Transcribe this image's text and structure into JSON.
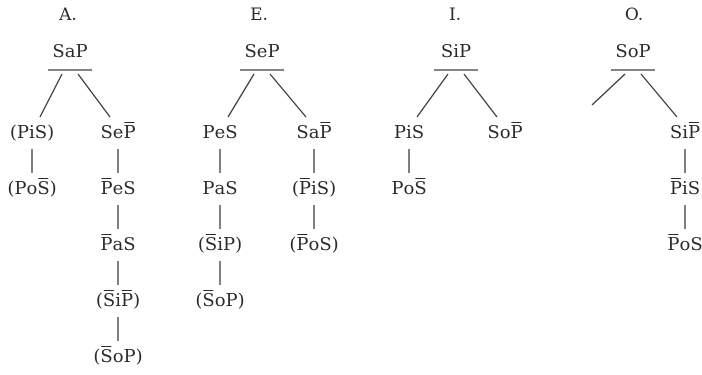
{
  "trees": [
    {
      "label": "A.",
      "root": "SaP",
      "left_branch": [
        "(PiS)",
        "(Po~S)"
      ],
      "right_branch": [
        "Se~P",
        "~PeS",
        "~PaS",
        "(~Si~P)",
        "(~SoP)"
      ]
    },
    {
      "label": "E.",
      "root": "SeP",
      "left_branch": [
        "PeS",
        "PaS",
        "(~SiP)",
        "(~SoP)"
      ],
      "right_branch": [
        "Sa~P",
        "(~PiS)",
        "(~PoS)"
      ]
    },
    {
      "label": "I.",
      "root": "SiP",
      "left_branch": [
        "PiS",
        "Po~S"
      ],
      "right_branch": [
        "So~P"
      ]
    },
    {
      "label": "O.",
      "root": "SoP",
      "left_branch": [],
      "right_branch": [
        "Si~P",
        "~PiS",
        "~PoS"
      ]
    }
  ]
}
